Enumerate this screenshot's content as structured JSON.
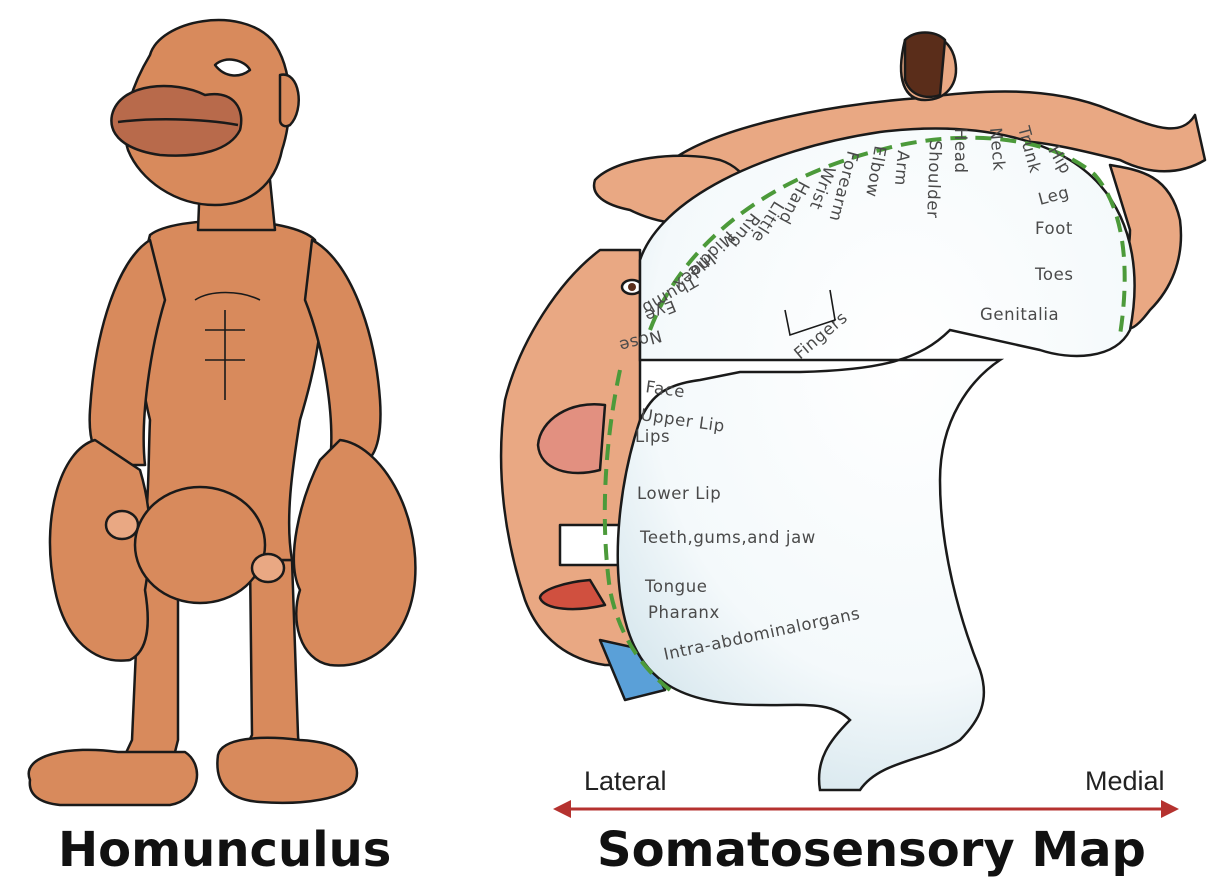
{
  "left_caption": "Homunculus",
  "right_caption": "Somatosensory Map",
  "axis": {
    "left": "Lateral",
    "right": "Medial"
  },
  "labels": {
    "hip": "Hip",
    "trunk": "Trunk",
    "neck": "Neck",
    "head": "Head",
    "shoulder": "Shoulder",
    "arm": "Arm",
    "elbow": "Elbow",
    "forearm": "Forearm",
    "wrist": "Wrist",
    "hand": "Hand",
    "little": "Little",
    "ring": "Ring",
    "middle": "Middle",
    "index": "Index",
    "thumb": "Thumb",
    "eye": "Eye",
    "nose": "Nose",
    "fingers": "Fingers",
    "leg": "Leg",
    "foot": "Foot",
    "toes": "Toes",
    "genitalia": "Genitalia",
    "face": "Face",
    "upper_lip": "Upper Lip",
    "lips": "Lips",
    "lower_lip": "Lower Lip",
    "teeth": "Teeth,gums,and jaw",
    "tongue": "Tongue",
    "pharanx": "Pharanx",
    "intra": "Intra-abdominalorgans"
  },
  "colors": {
    "skin": "#d88a5c",
    "skin_light": "#e9a883",
    "outline": "#1a1a1a",
    "cortex": "#eef5f8",
    "dash": "#4c9a3a",
    "arrow": "#b5322f",
    "hair": "#5a2d1a"
  }
}
